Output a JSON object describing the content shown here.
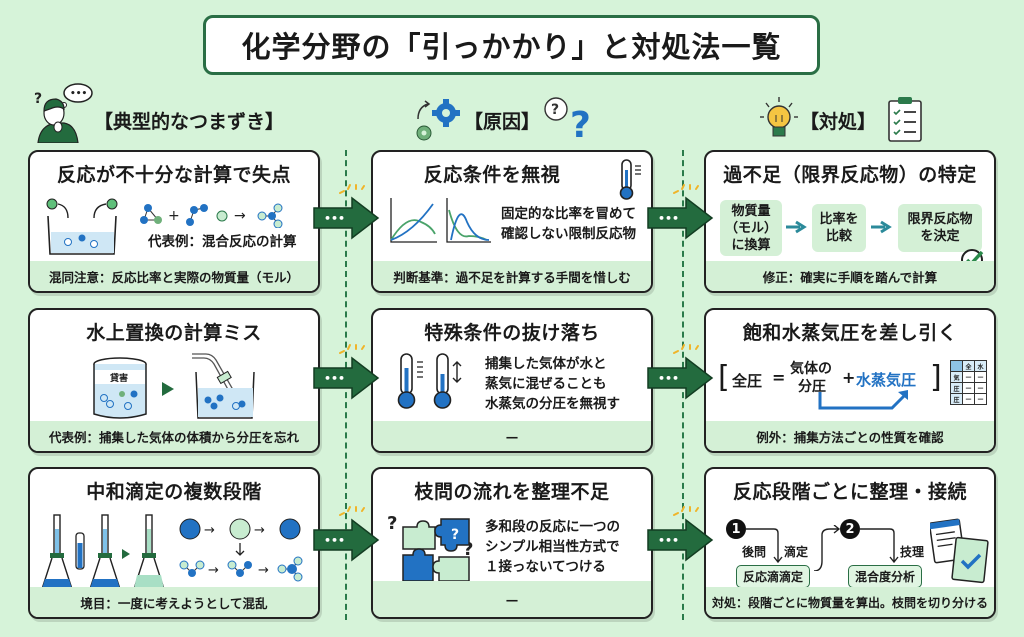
{
  "title": "化学分野の「引っかかり」と対処法一覧",
  "columns": [
    {
      "label": "【典型的なつまずき】",
      "icon": "thinking-person-icon"
    },
    {
      "label": "【原因】",
      "icon": "gears-icon"
    },
    {
      "label": "【対処】",
      "icon": "lightbulb-icon"
    }
  ],
  "arrow_label": "•••",
  "rows": [
    {
      "stumble": {
        "title": "反応が不十分な計算で失点",
        "caption": "代表例：混合反応の計算",
        "footer": "混同注意：反応比率と実際の物質量（モル）"
      },
      "cause": {
        "title": "反応条件を無視",
        "text": [
          "固定的な比率を冒めて",
          "確認しない限制反応物"
        ],
        "footer": "判断基準：過不足を計算する手間を惜しむ"
      },
      "fix": {
        "title": "過不足（限界反応物）の特定",
        "steps": [
          "物質量\n（モル）\nに換算",
          "比率を\n比較",
          "限界反応物\nを決定"
        ],
        "footer": "修正：確実に手順を踏んで計算"
      }
    },
    {
      "stumble": {
        "title": "水上置換の計算ミス",
        "container_label": "貸害",
        "footer": "代表例：捕集した気体の体積から分圧を忘れ"
      },
      "cause": {
        "title": "特殊条件の抜け落ち",
        "text": [
          "捕集した気体が水と",
          "蒸気に混ぜることも",
          "水蒸気の分圧を無視す"
        ],
        "footer": "—"
      },
      "fix": {
        "title": "飽和水蒸気圧を差し引く",
        "formula": {
          "open": "[",
          "total": "全圧",
          "eq": "=",
          "partial_1": "気体の",
          "partial_2": "分圧",
          "plus": "+",
          "vapor": "水蒸気圧",
          "close": "]"
        },
        "table": {
          "header": [
            "",
            "全",
            "水"
          ],
          "rows": [
            [
              "気",
              "—",
              "—"
            ],
            [
              "圧",
              "—",
              "—"
            ],
            [
              "圧",
              "—",
              "—"
            ]
          ]
        },
        "footer": "例外：捕集方法ごとの性質を確認"
      }
    },
    {
      "stumble": {
        "title": "中和滴定の複数段階",
        "footer": "境目：一度に考えようとして混乱"
      },
      "cause": {
        "title": "枝問の流れを整理不足",
        "text": [
          "多和段の反応に一つの",
          "シンプル相当性方式で",
          "１接っないてつける"
        ],
        "footer": "—"
      },
      "fix": {
        "title": "反応段階ごとに整理・接続",
        "step1_num": "1",
        "step1_left": "後問",
        "step1_right": "滴定",
        "step1_box": "反応滴滴定",
        "step2_num": "2",
        "step2_right": "技理",
        "step2_box": "混合度分析",
        "footer": "対処：段階ごとに物質量を算出。枝問を切り分ける"
      }
    }
  ],
  "colors": {
    "background": "#d6f3d9",
    "dark_green": "#236b3e",
    "footer_green": "#d4f0d6",
    "blue": "#2272c3",
    "light_blue": "#cfe7f5",
    "mint": "#c8ecd0",
    "yellow": "#f5c542"
  }
}
